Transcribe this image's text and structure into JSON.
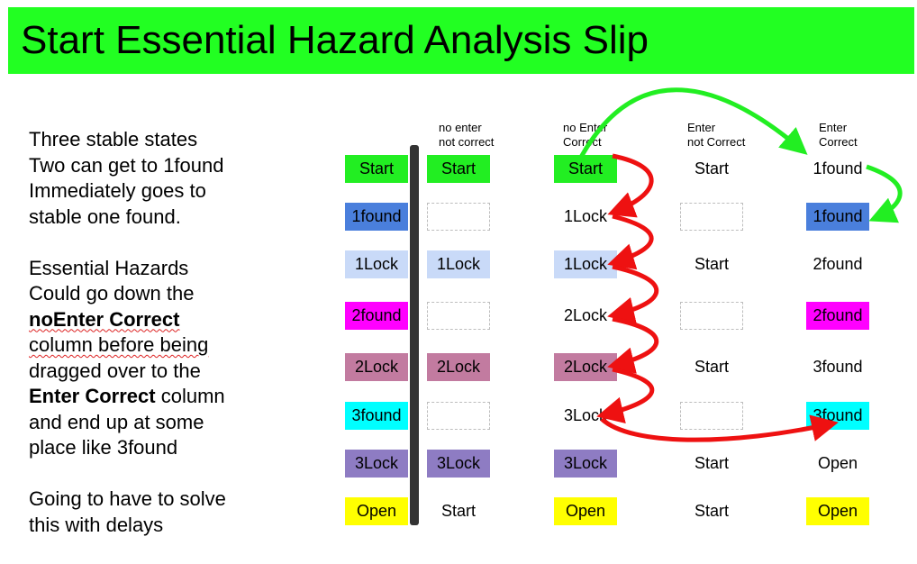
{
  "title": "Start Essential Hazard Analysis Slip",
  "notes": {
    "p1": [
      "Three stable states",
      "Two can get to 1found",
      "Immediately goes to",
      "stable one found."
    ],
    "p2": {
      "l1": "Essential Hazards",
      "l2": "Could go down the",
      "l3": "noEnter Correct",
      "l4": "column before being",
      "l5": "dragged over to the",
      "l6b": "Enter Correct",
      "l6": " column",
      "l7": "and end up at some",
      "l8": "place like 3found"
    },
    "p3": [
      "Going to have to solve",
      "this with delays"
    ]
  },
  "headers": [
    [
      "no enter",
      "not correct"
    ],
    [
      "no Enter",
      "Correct"
    ],
    [
      "Enter",
      "not Correct"
    ],
    [
      "Enter",
      "Correct"
    ]
  ],
  "colors": {
    "green": "#22ee22",
    "blue": "#4a7fdc",
    "lightblue": "#c9daf8",
    "magenta": "#ff00ff",
    "mauve": "#c27ba0",
    "cyan": "#00ffff",
    "purple": "#8e7cc3",
    "yellow": "#ffff00",
    "none": "",
    "arrow_green": "#22ee22",
    "arrow_red": "#ee1111"
  },
  "states": [
    {
      "label": "Start",
      "color": "green"
    },
    {
      "label": "1found",
      "color": "blue"
    },
    {
      "label": "1Lock",
      "color": "lightblue"
    },
    {
      "label": "2found",
      "color": "magenta"
    },
    {
      "label": "2Lock",
      "color": "mauve"
    },
    {
      "label": "3found",
      "color": "cyan"
    },
    {
      "label": "3Lock",
      "color": "purple"
    },
    {
      "label": "Open",
      "color": "yellow"
    }
  ],
  "table": [
    [
      {
        "label": "Start",
        "color": "green"
      },
      {
        "label": "Start",
        "color": "green"
      },
      {
        "label": "Start",
        "color": "none"
      },
      {
        "label": "1found",
        "color": "none"
      }
    ],
    [
      {
        "label": "",
        "color": "empty"
      },
      {
        "label": "1Lock",
        "color": "none"
      },
      {
        "label": "",
        "color": "empty"
      },
      {
        "label": "1found",
        "color": "blue"
      }
    ],
    [
      {
        "label": "1Lock",
        "color": "lightblue"
      },
      {
        "label": "1Lock",
        "color": "lightblue"
      },
      {
        "label": "Start",
        "color": "none"
      },
      {
        "label": "2found",
        "color": "none"
      }
    ],
    [
      {
        "label": "",
        "color": "empty"
      },
      {
        "label": "2Lock",
        "color": "none"
      },
      {
        "label": "",
        "color": "empty"
      },
      {
        "label": "2found",
        "color": "magenta"
      }
    ],
    [
      {
        "label": "2Lock",
        "color": "mauve"
      },
      {
        "label": "2Lock",
        "color": "mauve"
      },
      {
        "label": "Start",
        "color": "none"
      },
      {
        "label": "3found",
        "color": "none"
      }
    ],
    [
      {
        "label": "",
        "color": "empty"
      },
      {
        "label": "3Lock",
        "color": "none"
      },
      {
        "label": "",
        "color": "empty"
      },
      {
        "label": "3found",
        "color": "cyan"
      }
    ],
    [
      {
        "label": "3Lock",
        "color": "purple"
      },
      {
        "label": "3Lock",
        "color": "purple"
      },
      {
        "label": "Start",
        "color": "none"
      },
      {
        "label": "Open",
        "color": "none"
      }
    ],
    [
      {
        "label": "Start",
        "color": "none"
      },
      {
        "label": "Open",
        "color": "yellow"
      },
      {
        "label": "Start",
        "color": "none"
      },
      {
        "label": "Open",
        "color": "yellow"
      }
    ]
  ]
}
